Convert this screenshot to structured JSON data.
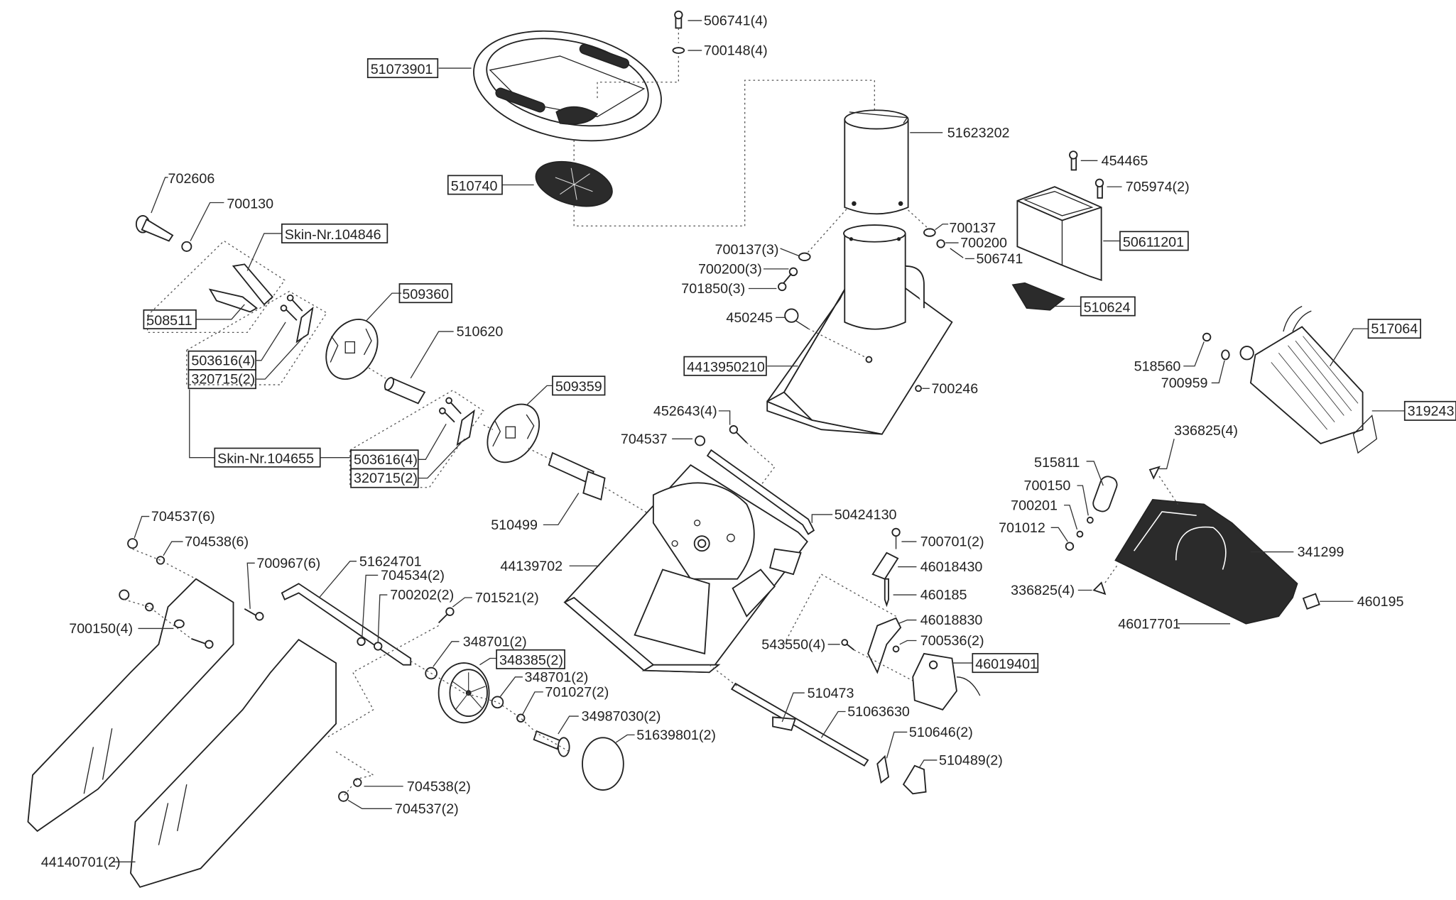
{
  "diagram": {
    "type": "exploded-parts-view",
    "labels": {
      "p506741_4": "506741(4)",
      "p700148_4": "700148(4)",
      "p51073901": "51073901",
      "p510740": "510740",
      "p51623202": "51623202",
      "p454465": "454465",
      "p705974_2": "705974(2)",
      "p50611201": "50611201",
      "p510624": "510624",
      "p700137": "700137",
      "p700200": "700200",
      "p506741": "506741",
      "p700137_3": "700137(3)",
      "p700200_3": "700200(3)",
      "p701850_3": "701850(3)",
      "p450245": "450245",
      "p4413950210": "4413950210",
      "p700246": "700246",
      "p702606": "702606",
      "p700130": "700130",
      "skin104846": "Skin-Nr.104846",
      "p508511": "508511",
      "p509360": "509360",
      "p510620": "510620",
      "p503616_4_a": "503616(4)",
      "p320715_2_a": "320715(2)",
      "skin104655": "Skin-Nr.104655",
      "p503616_4_b": "503616(4)",
      "p320715_2_b": "320715(2)",
      "p509359": "509359",
      "p510499": "510499",
      "p452643_4": "452643(4)",
      "p704537": "704537",
      "p50424130": "50424130",
      "p44139702": "44139702",
      "p700701_2": "700701(2)",
      "p46018430": "46018430",
      "p460185": "460185",
      "p46018830": "46018830",
      "p543550_4": "543550(4)",
      "p700536_2": "700536(2)",
      "p46019401": "46019401",
      "p510473": "510473",
      "p51063630": "51063630",
      "p510646_2": "510646(2)",
      "p510489_2": "510489(2)",
      "p517064": "517064",
      "p518560": "518560",
      "p700959": "700959",
      "p319243": "319243",
      "p336825_4_a": "336825(4)",
      "p515811": "515811",
      "p700150": "700150",
      "p700201": "700201",
      "p701012": "701012",
      "p341299": "341299",
      "p336825_4_b": "336825(4)",
      "p460195": "460195",
      "p46017701": "46017701",
      "p704537_6": "704537(6)",
      "p704538_6": "704538(6)",
      "p700967_6": "700967(6)",
      "p700150_4": "700150(4)",
      "p51624701": "51624701",
      "p704534_2": "704534(2)",
      "p700202_2": "700202(2)",
      "p701521_2": "701521(2)",
      "p348701_2_a": "348701(2)",
      "p348385_2": "348385(2)",
      "p348701_2_b": "348701(2)",
      "p701027_2": "701027(2)",
      "p34987030_2": "34987030(2)",
      "p51639801_2": "51639801(2)",
      "p704538_2": "704538(2)",
      "p704537_2": "704537(2)",
      "p44140701_2": "44140701(2)"
    }
  }
}
